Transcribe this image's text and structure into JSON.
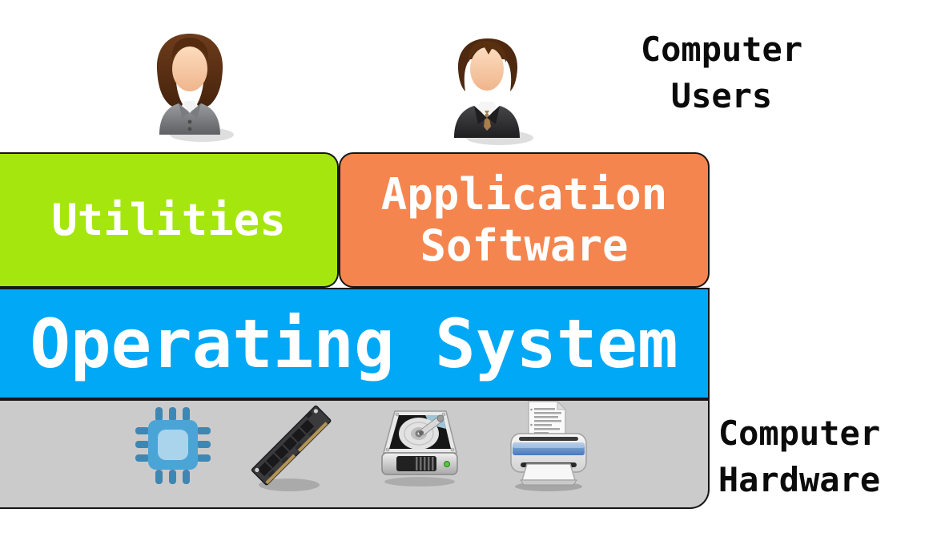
{
  "page": {
    "background": "#FFFFFF",
    "border_color": "#161616",
    "label_color": "#0B0B0B"
  },
  "diagram": {
    "users_label": {
      "line1": "Computer",
      "line2": "Users"
    },
    "hardware_label": {
      "line1": "Computer",
      "line2": "Hardware"
    },
    "layers": {
      "utilities": {
        "label": "Utilities",
        "bg": "#A5E60E",
        "text_color": "#FFFFFF"
      },
      "application": {
        "line1": "Application",
        "line2": "Software",
        "bg": "#F5854F",
        "text_color": "#FFFFFF"
      },
      "os": {
        "label": "Operating System",
        "bg": "#00A8F5",
        "text_color": "#FFFFFF"
      },
      "hardware": {
        "bg": "#CBCBCB"
      }
    },
    "icons": {
      "woman_user": "woman-user-icon",
      "man_user": "man-user-icon",
      "cpu": "cpu-icon",
      "ram": "ram-icon",
      "hard_disk": "hard-disk-icon",
      "printer": "printer-icon"
    }
  }
}
